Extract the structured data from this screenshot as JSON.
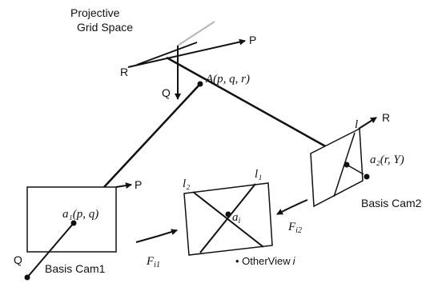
{
  "labels": {
    "projective_line1": "Projective",
    "projective_line2": "Grid Space",
    "axis_p_top": "P",
    "axis_r_top": "R",
    "axis_q_top": "Q",
    "point_a": "A(p, q, r)",
    "axis_p_cam1": "P",
    "axis_q_cam1": "Q",
    "point_a1": "a₁(p, q)",
    "basis_cam1": "Basis Cam1",
    "line_l2": "l₂",
    "line_l1": "l₁",
    "point_ai": "a",
    "point_ai_sub": "i",
    "f_i1": "F",
    "f_i1_sub": "i1",
    "f_i2": "F",
    "f_i2_sub": "i2",
    "other_view": "• OtherView",
    "other_view_i": "i",
    "line_l": "l",
    "axis_r_cam2": "R",
    "point_a2": "a₂(r, Y)",
    "basis_cam2": "Basis Cam2"
  }
}
